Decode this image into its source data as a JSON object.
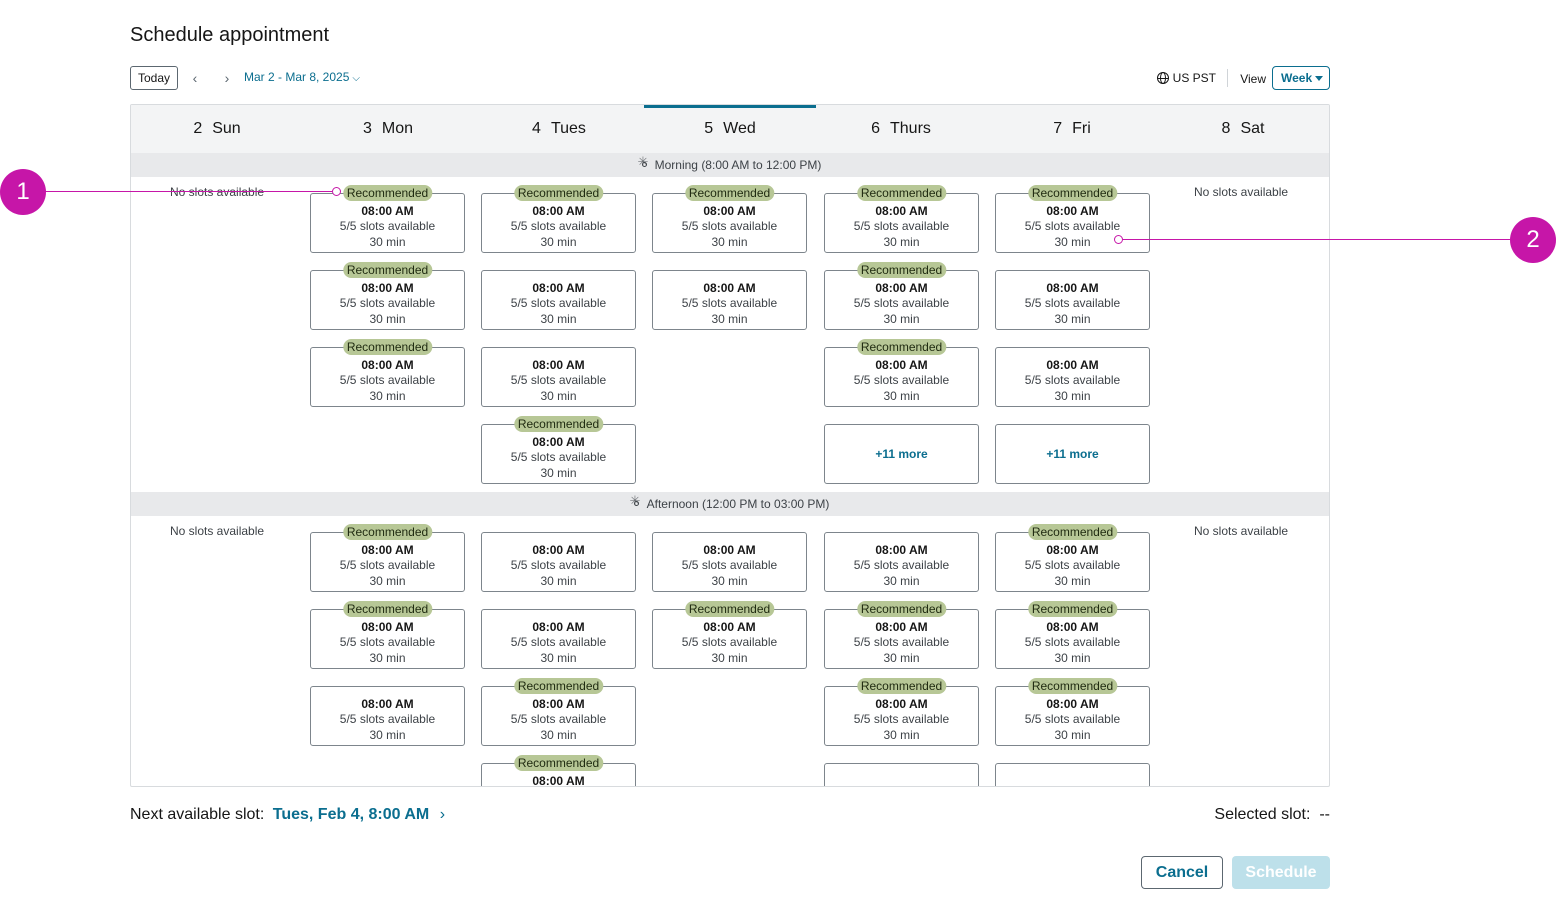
{
  "page": {
    "title": "Schedule appointment"
  },
  "toolbar": {
    "today_label": "Today",
    "prev_icon": "‹",
    "next_icon": "›",
    "date_range": "Mar 2 - Mar 8, 2025",
    "date_range_chevron": "⌵",
    "timezone": "US PST",
    "view_label": "View",
    "view_value": "Week"
  },
  "days": [
    {
      "num": "2",
      "name": "Sun"
    },
    {
      "num": "3",
      "name": "Mon"
    },
    {
      "num": "4",
      "name": "Tues"
    },
    {
      "num": "5",
      "name": "Wed"
    },
    {
      "num": "6",
      "name": "Thurs"
    },
    {
      "num": "7",
      "name": "Fri"
    },
    {
      "num": "8",
      "name": "Sat"
    }
  ],
  "bands": {
    "morning": "Morning (8:00 AM to 12:00 PM)",
    "afternoon": "Afternoon (12:00 PM to 03:00 PM)"
  },
  "slot": {
    "recommended": "Recommended",
    "time": "08:00 AM",
    "availability": "5/5 slots available",
    "duration": "30 min",
    "more": "+11 more"
  },
  "no_slots": "No slots available",
  "footer": {
    "next_label": "Next available slot:",
    "next_value": "Tues, Feb 4, 8:00 AM",
    "next_chevron": "›",
    "selected_label": "Selected slot:",
    "selected_value": "--",
    "cancel_label": "Cancel",
    "schedule_label": "Schedule"
  },
  "callouts": {
    "one": "1",
    "two": "2"
  },
  "colors": {
    "accent": "#0b6e8f",
    "recommended_badge": "#b7c796",
    "callout": "#c616a8",
    "disabled_button": "#bde0ea"
  }
}
